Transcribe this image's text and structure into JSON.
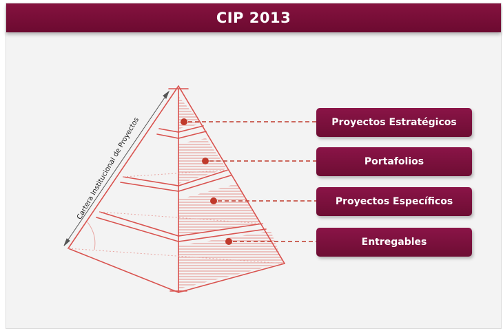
{
  "slide": {
    "title": "CIP 2013",
    "side_label": "Cartera Institucional de Proyectos"
  },
  "levels": [
    {
      "label": "Proyectos Estratégicos"
    },
    {
      "label": "Portafolios"
    },
    {
      "label": "Proyectos Específicos"
    },
    {
      "label": "Entregables"
    }
  ],
  "colors": {
    "title_bar": "#7a0e38",
    "pill": "#7b1040",
    "pyramid_line": "#d9534f",
    "hatch": "#e28a85",
    "marker": "#c0392b"
  }
}
